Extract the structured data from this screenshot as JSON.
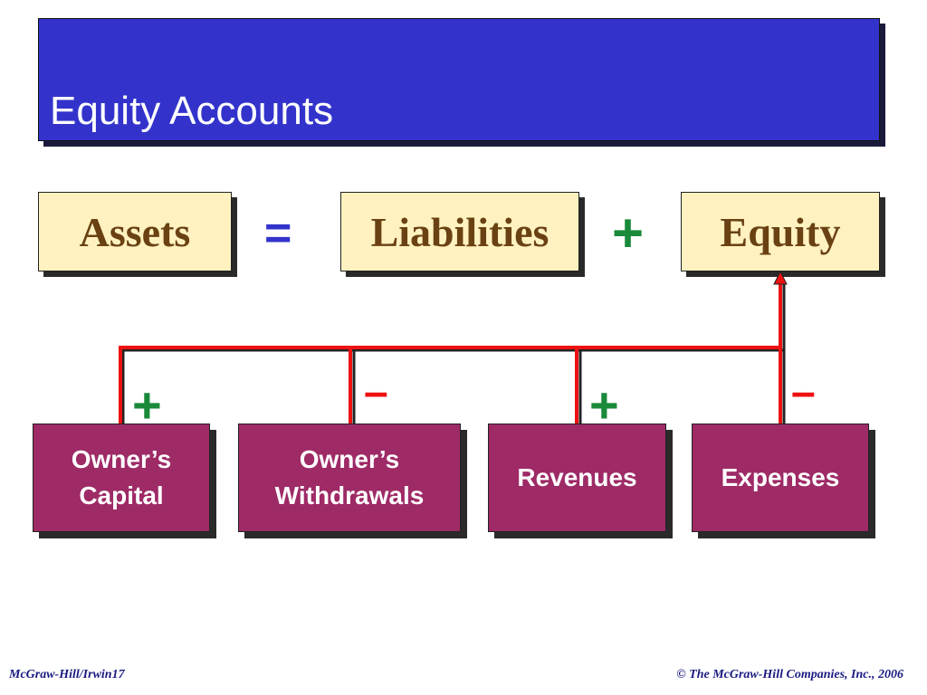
{
  "slide": {
    "title": "Equity Accounts"
  },
  "equation": {
    "assets": "Assets",
    "equals": "=",
    "liabilities": "Liabilities",
    "plus": "+",
    "equity": "Equity"
  },
  "components": [
    {
      "line1": "Owner’s",
      "line2": "Capital",
      "sign": "+"
    },
    {
      "line1": "Owner’s",
      "line2": "Withdrawals",
      "sign": "–"
    },
    {
      "line1": "Revenues",
      "line2": "",
      "sign": "+"
    },
    {
      "line1": "Expenses",
      "line2": "",
      "sign": "–"
    }
  ],
  "colors": {
    "title_bg": "#3333cc",
    "top_box_bg": "#fff2c0",
    "top_box_text": "#6a4112",
    "bottom_box_bg": "#9e2a66",
    "connector": "#ee1111",
    "plus_sign": "#1a8a3a",
    "minus_sign": "#ee1111",
    "equals_sign": "#3333cc"
  },
  "footer": {
    "left": "McGraw-Hill/Irwin17",
    "right": "© The McGraw-Hill Companies, Inc., 2006"
  }
}
